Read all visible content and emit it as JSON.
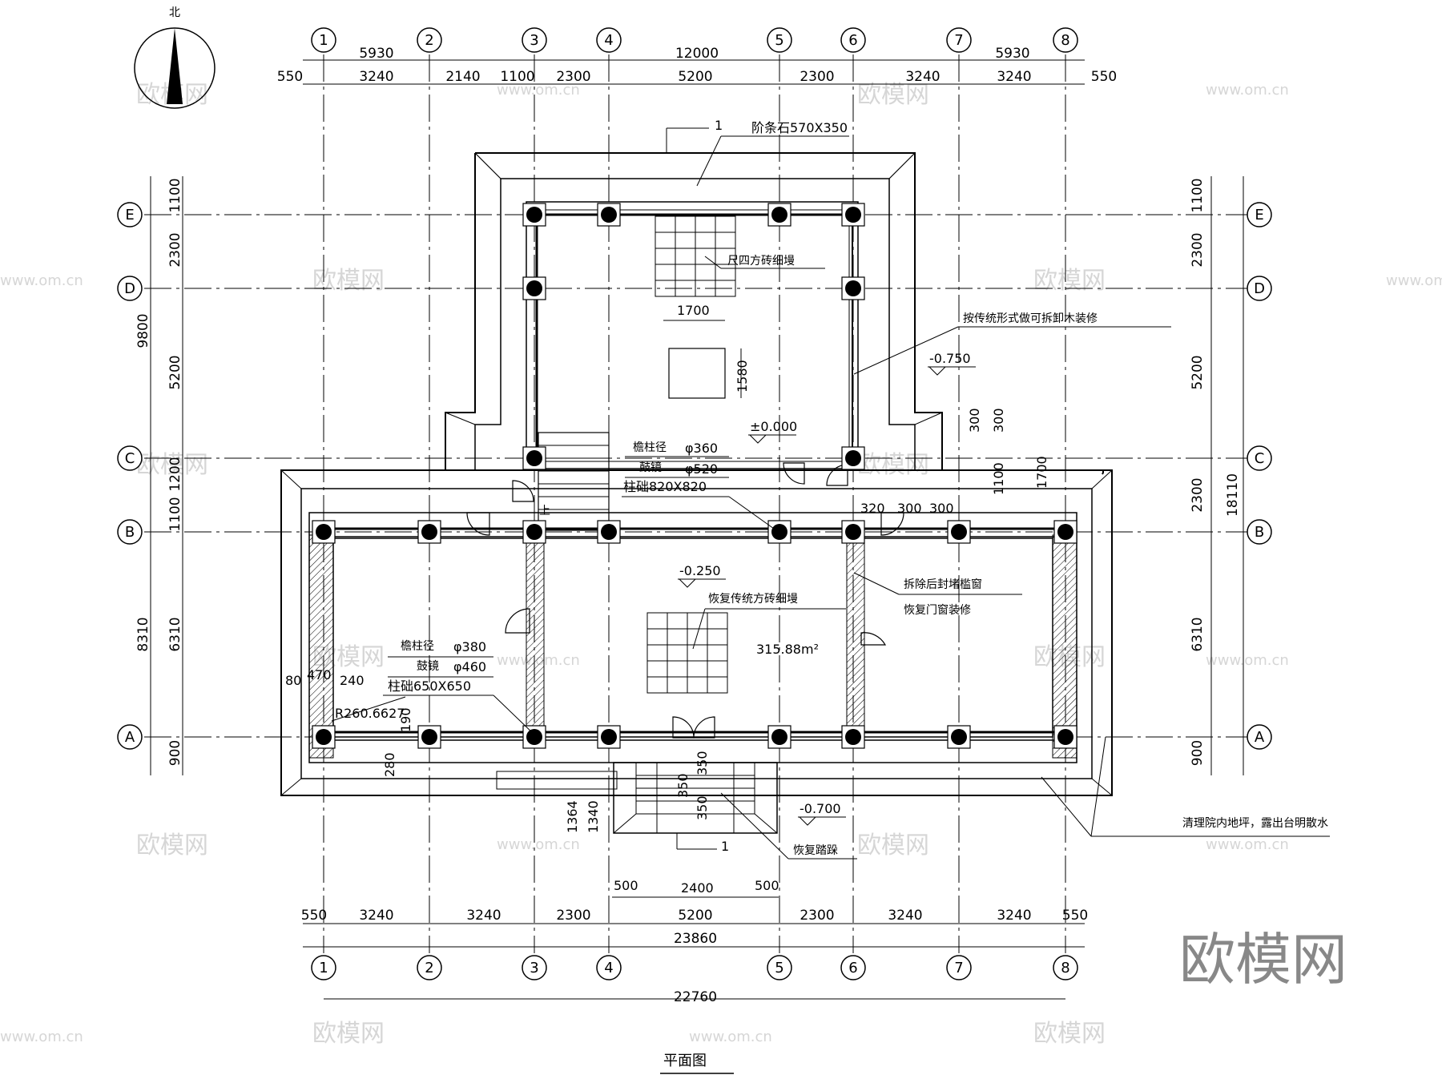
{
  "north_label": "北",
  "title": "平面图",
  "axis_x": [
    "1",
    "2",
    "3",
    "4",
    "5",
    "6",
    "7",
    "8"
  ],
  "axis_y": [
    "E",
    "D",
    "C",
    "B",
    "A"
  ],
  "dims_top_row1": [
    "5930",
    "12000",
    "5930"
  ],
  "dims_top_row2": [
    "550",
    "3240",
    "2140",
    "1100",
    "2300",
    "5200",
    "2300",
    "3240",
    "3240",
    "550"
  ],
  "dims_bottom_row1": [
    "550",
    "3240",
    "3240",
    "2300",
    "5200",
    "2300",
    "3240",
    "3240",
    "550"
  ],
  "dims_bottom_total1": "23860",
  "dims_bottom_total2": "22760",
  "dims_left_outer": [
    "9800",
    "8310"
  ],
  "dims_left_inner": [
    "1100",
    "2300",
    "5200",
    "1200",
    "1100",
    "6310",
    "900"
  ],
  "dims_right_inner": [
    "1100",
    "2300",
    "5200",
    "2300",
    "6310",
    "900"
  ],
  "dims_right_outer": "18110",
  "labels": {
    "step_stone": "阶条石570X350",
    "step_stone_ref": "1",
    "floor_pav_north": "尺四方砖细墁",
    "wood_decor": "按传统形式做可拆卸木装修",
    "level_m0750": "-0.750",
    "level_0": "±0.000",
    "level_m0250": "-0.250",
    "level_m0700": "-0.700",
    "dim_1700_top": "1700",
    "dim_1580": "1580",
    "col_north_1": "檐柱径",
    "col_north_1_val": "φ360",
    "col_north_2": "鼓镜",
    "col_north_2_val": "φ520",
    "col_north_3": "柱础820X820",
    "floor_pav_south": "恢复传统方砖细墁",
    "area": "315.88m²",
    "col_south_1": "檐柱径",
    "col_south_1_val": "φ380",
    "col_south_2": "鼓镜",
    "col_south_2_val": "φ460",
    "col_south_3": "柱础650X650",
    "remove_window": "拆除后封堵槛窗",
    "restore_door": "恢复门窗装修",
    "clean_yard": "清理院内地坪，露出台明散水",
    "restore_steps": "恢复踏跺",
    "up": "上",
    "r_dim": "R260.6627",
    "d80": "80",
    "d470": "470",
    "d240": "240",
    "d190": "190",
    "d280": "280",
    "d320": "320",
    "d300a": "300",
    "d300b": "300",
    "d300c": "300",
    "d300d": "300",
    "d1100": "1100",
    "d1700": "1700",
    "d350a": "350",
    "d350b": "350",
    "d350c": "350",
    "d1364": "1364",
    "d1340": "1340",
    "d500a": "500",
    "d2400": "2400",
    "d500b": "500",
    "ref_1_bottom": "1"
  },
  "watermark": "欧模网",
  "watermark_url": "www.om.cn",
  "watermark_big": "欧模网"
}
